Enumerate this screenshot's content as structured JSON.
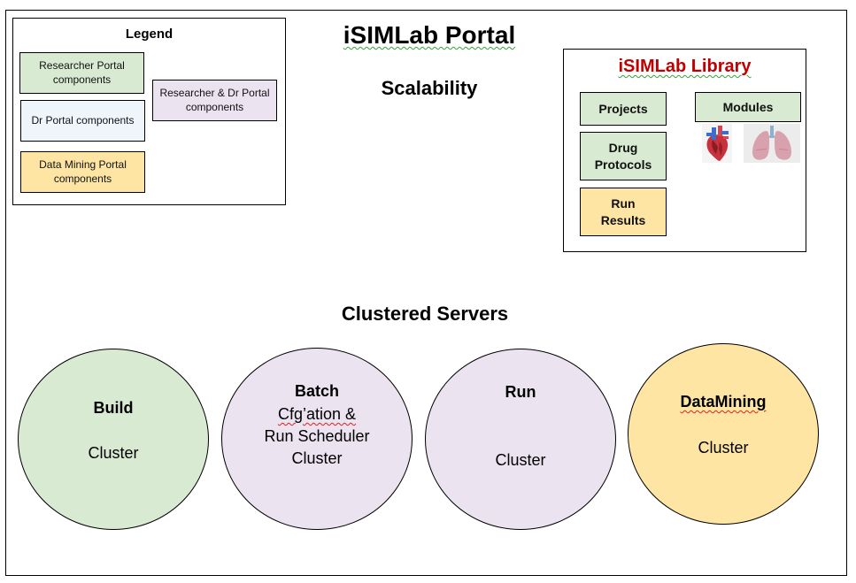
{
  "header": {
    "title": "iSIMLab Portal",
    "subtitle": "Scalability"
  },
  "legend": {
    "title": "Legend",
    "items": [
      {
        "label": "Researcher Portal components",
        "color": "#d9ead3"
      },
      {
        "label": "Dr Portal components",
        "color": "#eef6fc"
      },
      {
        "label": "Data Mining Portal components",
        "color": "#ffe5a3"
      },
      {
        "label": "Researcher & Dr Portal components",
        "color": "#ebe3f0"
      }
    ]
  },
  "library": {
    "title": "iSIMLab Library",
    "title_color": "#c00000",
    "items": [
      {
        "label": "Projects",
        "category": "Researcher Portal"
      },
      {
        "label": "Drug Protocols",
        "category": "Researcher Portal"
      },
      {
        "label": "Run Results",
        "category": "Data Mining Portal"
      },
      {
        "label": "Modules",
        "category": "Researcher Portal"
      }
    ],
    "module_images": [
      {
        "name": "heart",
        "icon": "heart-icon"
      },
      {
        "name": "lungs",
        "icon": "lungs-icon"
      }
    ]
  },
  "servers": {
    "title": "Clustered Servers",
    "clusters": [
      {
        "head": "Build",
        "body": "Cluster",
        "color": "#d9ead3"
      },
      {
        "head": "Batch",
        "body_lines": [
          "Cfg’ation &",
          "Run Scheduler",
          "Cluster"
        ],
        "color": "#ebe3f0"
      },
      {
        "head": "Run",
        "body": "Cluster",
        "color": "#ebe3f0"
      },
      {
        "head": "DataMining",
        "body": "Cluster",
        "color": "#ffe5a3"
      }
    ]
  }
}
